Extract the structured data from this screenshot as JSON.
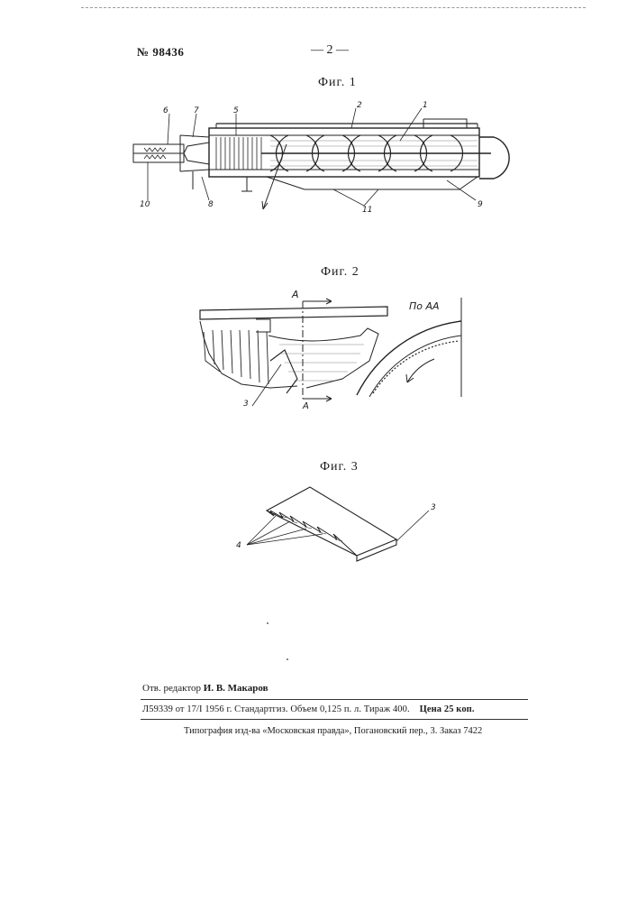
{
  "header": {
    "patent_number": "№ 98436",
    "page_number": "— 2 —"
  },
  "figures": {
    "fig1": {
      "title": "Фиг. 1",
      "callouts": [
        "6",
        "7",
        "5",
        "2",
        "1",
        "10",
        "8",
        "11",
        "9"
      ]
    },
    "fig2": {
      "title": "Фиг. 2",
      "callouts": [
        "А",
        "По АА",
        "3",
        "А"
      ]
    },
    "fig3": {
      "title": "Фиг. 3",
      "callouts": [
        "3",
        "4"
      ]
    }
  },
  "footer": {
    "editor_label": "Отв. редактор",
    "editor_name": "И. В. Макаров",
    "print_info": "Л59339 от 17/I 1956 г. Стандартгиз. Объем 0,125 п. л. Тираж 400.",
    "price": "Цена 25 коп.",
    "printer": "Типография изд-ва «Московская правда», Погановский пер., 3. Заказ 7422"
  }
}
